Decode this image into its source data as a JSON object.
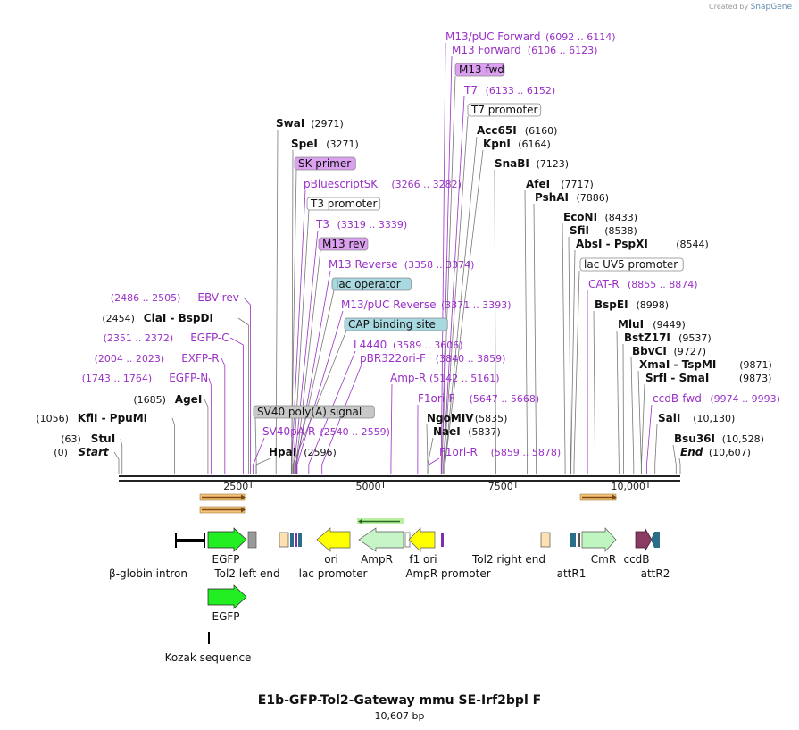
{
  "credit": {
    "prefix": "Created by",
    "brand": "SnapGene"
  },
  "title": "E1b-GFP-Tol2-Gateway mmu SE-Irf2bpl F",
  "subtitle": "10,607 bp",
  "colors": {
    "enzyme": "#000000",
    "primer": "#9a30c8",
    "feature_label": "#111111",
    "backbone": "#222222",
    "egfp": "#22ee22",
    "cmr": "#bff5bf",
    "ampr": "#c8f5c8",
    "ori": "#ffff00",
    "f1ori": "#ffff00",
    "ccdb": "#8b3a62",
    "attr": "#2a6e8a",
    "tol2": "#999999",
    "lac_operator": "#a8d8e0",
    "m13fwd_box": "#dba0f0",
    "sv40_box": "#c8c8c8"
  },
  "ticks": [
    {
      "label": "2500",
      "pos": 2500
    },
    {
      "label": "5000",
      "pos": 5000
    },
    {
      "label": "7500",
      "pos": 7500
    },
    {
      "label": "10,000",
      "pos": 10000
    }
  ],
  "left_labels": [
    {
      "text": "Start",
      "num": "(0)",
      "kind": "enzyme",
      "italic": true,
      "pos": 0
    },
    {
      "text": "StuI",
      "num": "(63)",
      "kind": "enzyme",
      "pos": 63
    },
    {
      "text": "KflI  -  PpuMI",
      "num": "(1056)",
      "kind": "enzyme",
      "pos": 1056
    },
    {
      "text": "AgeI",
      "num": "(1685)",
      "kind": "enzyme",
      "pos": 1685
    },
    {
      "text": "EGFP-N",
      "num": "(1743 .. 1764)",
      "kind": "primer",
      "pos": 1743
    },
    {
      "text": "EXFP-R",
      "num": "(2004 .. 2023)",
      "kind": "primer",
      "pos": 2004
    },
    {
      "text": "EGFP-C",
      "num": "(2351 .. 2372)",
      "kind": "primer",
      "pos": 2351
    },
    {
      "text": "ClaI  -  BspDI",
      "num": "(2454)",
      "kind": "enzyme",
      "pos": 2454
    },
    {
      "text": "EBV-rev",
      "num": "(2486 .. 2505)",
      "kind": "primer",
      "pos": 2486
    }
  ],
  "center_labels": [
    {
      "text": "HpaI",
      "num": "(2596)",
      "kind": "enzyme",
      "pos": 2596
    },
    {
      "text": "SV40pA-R",
      "num": "(2540 .. 2559)",
      "kind": "primer",
      "pos": 2540
    },
    {
      "text": "SV40 poly(A) signal",
      "num": "",
      "kind": "box",
      "box": "sv40_box",
      "pos": 2600
    },
    {
      "text": "Amp-R",
      "num": "(5142 .. 5161)",
      "kind": "primer",
      "pos": 5142
    },
    {
      "text": "pBR322ori-F",
      "num": "(3840 .. 3859)",
      "kind": "primer",
      "pos": 3840
    },
    {
      "text": "L4440",
      "num": "(3589 .. 3606)",
      "kind": "primer",
      "pos": 3589
    },
    {
      "text": "CAP binding site",
      "num": "",
      "kind": "box",
      "box": "lac_operator",
      "pos": 3290
    },
    {
      "text": "M13/pUC Reverse",
      "num": "(3371 .. 3393)",
      "kind": "primer",
      "pos": 3371
    },
    {
      "text": "lac operator",
      "num": "",
      "kind": "box",
      "box": "lac_operator",
      "pos": 3340
    },
    {
      "text": "M13 Reverse",
      "num": "(3358 .. 3374)",
      "kind": "primer",
      "pos": 3358
    },
    {
      "text": "M13 rev",
      "num": "",
      "kind": "box",
      "box": "m13fwd_box",
      "pos": 3350
    },
    {
      "text": "T3",
      "num": "(3319 .. 3339)",
      "kind": "primer",
      "pos": 3319
    },
    {
      "text": "T3 promoter",
      "num": "",
      "kind": "box",
      "box": "white",
      "pos": 3300
    },
    {
      "text": "pBluescriptSK",
      "num": "(3266 .. 3282)",
      "kind": "primer",
      "pos": 3266
    },
    {
      "text": "SK primer",
      "num": "",
      "kind": "box",
      "box": "m13fwd_box",
      "pos": 3260
    },
    {
      "text": "SpeI",
      "num": "(3271)",
      "kind": "enzyme",
      "pos": 3271
    },
    {
      "text": "SwaI",
      "num": "(2971)",
      "kind": "enzyme",
      "pos": 2971
    }
  ],
  "mid_labels": [
    {
      "text": "F1ori-R",
      "num": "(5859 .. 5878)",
      "kind": "primer",
      "pos": 5859
    },
    {
      "text": "NaeI",
      "num": "(5837)",
      "kind": "enzyme",
      "pos": 5837
    },
    {
      "text": "NgoMIV",
      "num": "(5835)",
      "kind": "enzyme",
      "pos": 5835
    },
    {
      "text": "F1ori-F",
      "num": "(5647 .. 5668)",
      "kind": "primer",
      "pos": 5647
    },
    {
      "text": "M13/pUC Forward",
      "num": "(6092 .. 6114)",
      "kind": "primer",
      "pos": 6092
    },
    {
      "text": "M13 Forward",
      "num": "(6106 .. 6123)",
      "kind": "primer",
      "pos": 6106
    },
    {
      "text": "M13 fwd",
      "num": "",
      "kind": "box",
      "box": "m13fwd_box",
      "pos": 6106
    },
    {
      "text": "T7",
      "num": "(6133 .. 6152)",
      "kind": "primer",
      "pos": 6133
    },
    {
      "text": "T7 promoter",
      "num": "",
      "kind": "box",
      "box": "white",
      "pos": 6140
    },
    {
      "text": "Acc65I",
      "num": "(6160)",
      "kind": "enzyme",
      "pos": 6160
    },
    {
      "text": "KpnI",
      "num": "(6164)",
      "kind": "enzyme",
      "pos": 6164
    },
    {
      "text": "SnaBI",
      "num": "(7123)",
      "kind": "enzyme",
      "pos": 7123
    }
  ],
  "right_labels": [
    {
      "text": "AfeI",
      "num": "(7717)",
      "kind": "enzyme",
      "pos": 7717
    },
    {
      "text": "PshAI",
      "num": "(7886)",
      "kind": "enzyme",
      "pos": 7886
    },
    {
      "text": "EcoNI",
      "num": "(8433)",
      "kind": "enzyme",
      "pos": 8433
    },
    {
      "text": "SfiI",
      "num": "(8538)",
      "kind": "enzyme",
      "pos": 8538
    },
    {
      "text": "AbsI  -  PspXI",
      "num": "(8544)",
      "kind": "enzyme",
      "pos": 8544
    },
    {
      "text": "lac UV5 promoter",
      "num": "",
      "kind": "box",
      "box": "white",
      "pos": 8600
    },
    {
      "text": "CAT-R",
      "num": "(8855 .. 8874)",
      "kind": "primer",
      "pos": 8855
    },
    {
      "text": "BspEI",
      "num": "(8998)",
      "kind": "enzyme",
      "pos": 8998
    },
    {
      "text": "MluI",
      "num": "(9449)",
      "kind": "enzyme",
      "pos": 9449
    },
    {
      "text": "BstZ17I",
      "num": "(9537)",
      "kind": "enzyme",
      "pos": 9537
    },
    {
      "text": "BbvCI",
      "num": "(9727)",
      "kind": "enzyme",
      "pos": 9727
    },
    {
      "text": "XmaI  -  TspMI",
      "num": "(9871)",
      "kind": "enzyme",
      "pos": 9871
    },
    {
      "text": "SrfI  -  SmaI",
      "num": "(9873)",
      "kind": "enzyme",
      "pos": 9873
    },
    {
      "text": "ccdB-fwd",
      "num": "(9974 .. 9993)",
      "kind": "primer",
      "pos": 9974
    },
    {
      "text": "SalI",
      "num": "(10,130)",
      "kind": "enzyme",
      "pos": 10130
    },
    {
      "text": "Bsu36I",
      "num": "(10,528)",
      "kind": "enzyme",
      "pos": 10528
    },
    {
      "text": "End",
      "num": "(10,607)",
      "kind": "enzyme",
      "italic": true,
      "pos": 10607
    }
  ],
  "features": [
    {
      "name": "β-globin intron",
      "color": "#000000"
    },
    {
      "name": "EGFP",
      "color": "#22ee22"
    },
    {
      "name": "Tol2 left end",
      "color": "#999999"
    },
    {
      "name": "lac promoter",
      "color": "#ffe0b0"
    },
    {
      "name": "ori",
      "color": "#ffff00"
    },
    {
      "name": "AmpR",
      "color": "#c8f5c8"
    },
    {
      "name": "f1 ori",
      "color": "#ffff00"
    },
    {
      "name": "AmpR promoter",
      "color": "#ffffff"
    },
    {
      "name": "Tol2 right end",
      "color": "#ffe0b0"
    },
    {
      "name": "attR1",
      "color": "#2a6e8a"
    },
    {
      "name": "CmR",
      "color": "#bff5bf"
    },
    {
      "name": "ccdB",
      "color": "#8b3a62"
    },
    {
      "name": "attR2",
      "color": "#2a6e8a"
    }
  ],
  "lower_features": [
    {
      "name": "EGFP"
    },
    {
      "name": "Kozak sequence"
    }
  ]
}
